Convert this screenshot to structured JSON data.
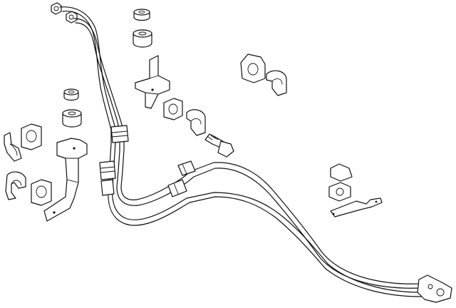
{
  "diagram": {
    "kind": "exploded parts line drawing",
    "background_color": "#ffffff",
    "line_color": "#111111",
    "labels": [],
    "parts": [
      {
        "id": "cooler-lines",
        "icon": "hose-assembly-icon"
      },
      {
        "id": "grommet-upper",
        "icon": "grommet-icon"
      },
      {
        "id": "grommet-middle",
        "icon": "grommet-icon"
      },
      {
        "id": "bracket-upper-center",
        "icon": "bracket-icon"
      },
      {
        "id": "clip-upper-right",
        "icon": "clip-icon"
      },
      {
        "id": "clip-center",
        "icon": "clip-icon"
      },
      {
        "id": "bolt",
        "icon": "bolt-icon"
      },
      {
        "id": "clip-left-upper",
        "icon": "clip-icon"
      },
      {
        "id": "clip-left-lower",
        "icon": "clip-icon"
      },
      {
        "id": "bracket-left",
        "icon": "bracket-icon"
      },
      {
        "id": "bracket-right",
        "icon": "bracket-icon"
      }
    ]
  }
}
